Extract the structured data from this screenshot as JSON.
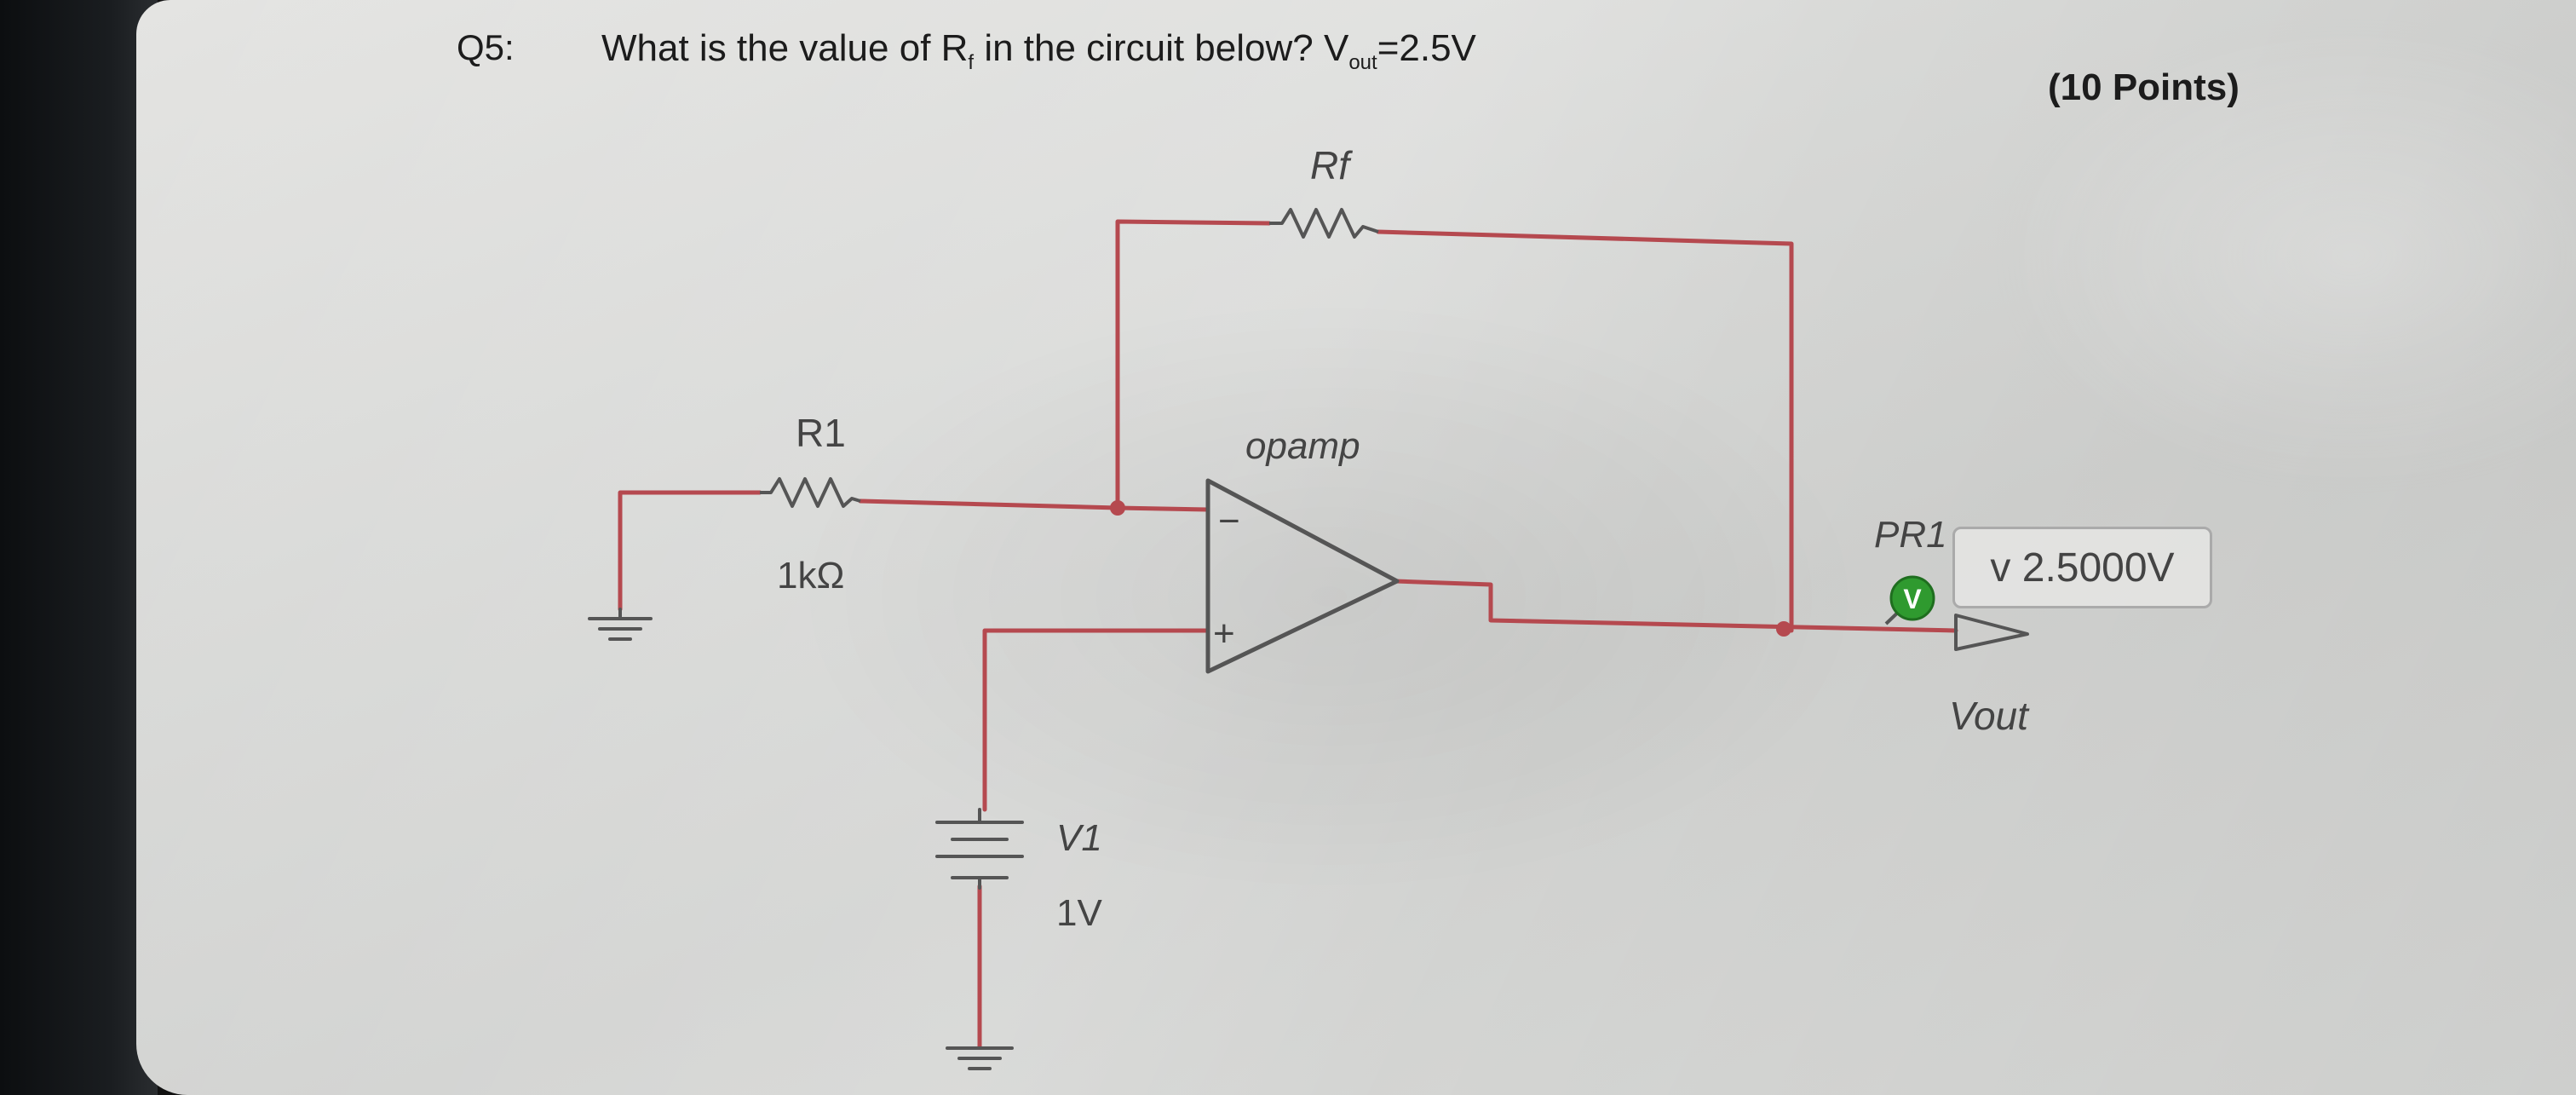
{
  "question": {
    "number": "Q5:",
    "text_before": "What is the value of R",
    "rf_sub": "f",
    "text_middle": " in the circuit below? V",
    "vout_sub": "out",
    "text_after": "=2.5V",
    "points": "(10 Points)"
  },
  "circuit": {
    "rf_label": "Rf",
    "r1_label": "R1",
    "r1_value": "1kΩ",
    "opamp_label": "opamp",
    "minus_sign": "−",
    "plus_sign": "+",
    "v1_label": "V1",
    "v1_value": "1V",
    "probe_label": "PR1",
    "probe_icon": "V",
    "probe_reading": "v 2.5000V",
    "output_label": "Vout"
  },
  "colors": {
    "wire": "#b5494f",
    "component": "#555555",
    "probe_green": "#2f9a2f"
  }
}
